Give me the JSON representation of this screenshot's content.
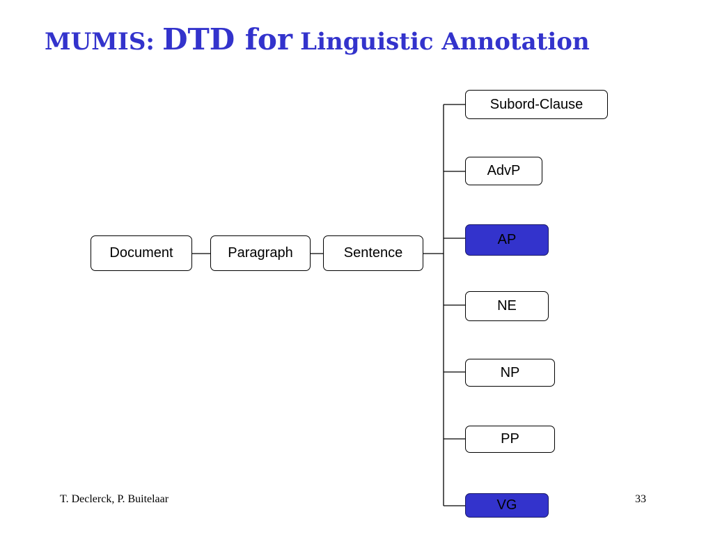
{
  "title": {
    "part1": "MUMIS:",
    "part2": "DTD for",
    "part3": "Linguistic Annotation"
  },
  "colors": {
    "accent": "#3333cc",
    "highlight_fill": "#3333cc",
    "line": "#000000",
    "background": "#ffffff"
  },
  "chain": [
    {
      "id": "document",
      "label": "Document"
    },
    {
      "id": "paragraph",
      "label": "Paragraph"
    },
    {
      "id": "sentence",
      "label": "Sentence"
    }
  ],
  "children": [
    {
      "id": "subord-clause",
      "label": "Subord-Clause",
      "highlighted": false
    },
    {
      "id": "advp",
      "label": "AdvP",
      "highlighted": false
    },
    {
      "id": "ap",
      "label": "AP",
      "highlighted": true
    },
    {
      "id": "ne",
      "label": "NE",
      "highlighted": false
    },
    {
      "id": "np",
      "label": "NP",
      "highlighted": false
    },
    {
      "id": "pp",
      "label": "PP",
      "highlighted": false
    },
    {
      "id": "vg",
      "label": "VG",
      "highlighted": true
    }
  ],
  "footer": {
    "authors": "T. Declerck, P. Buitelaar",
    "page_number": "33"
  }
}
